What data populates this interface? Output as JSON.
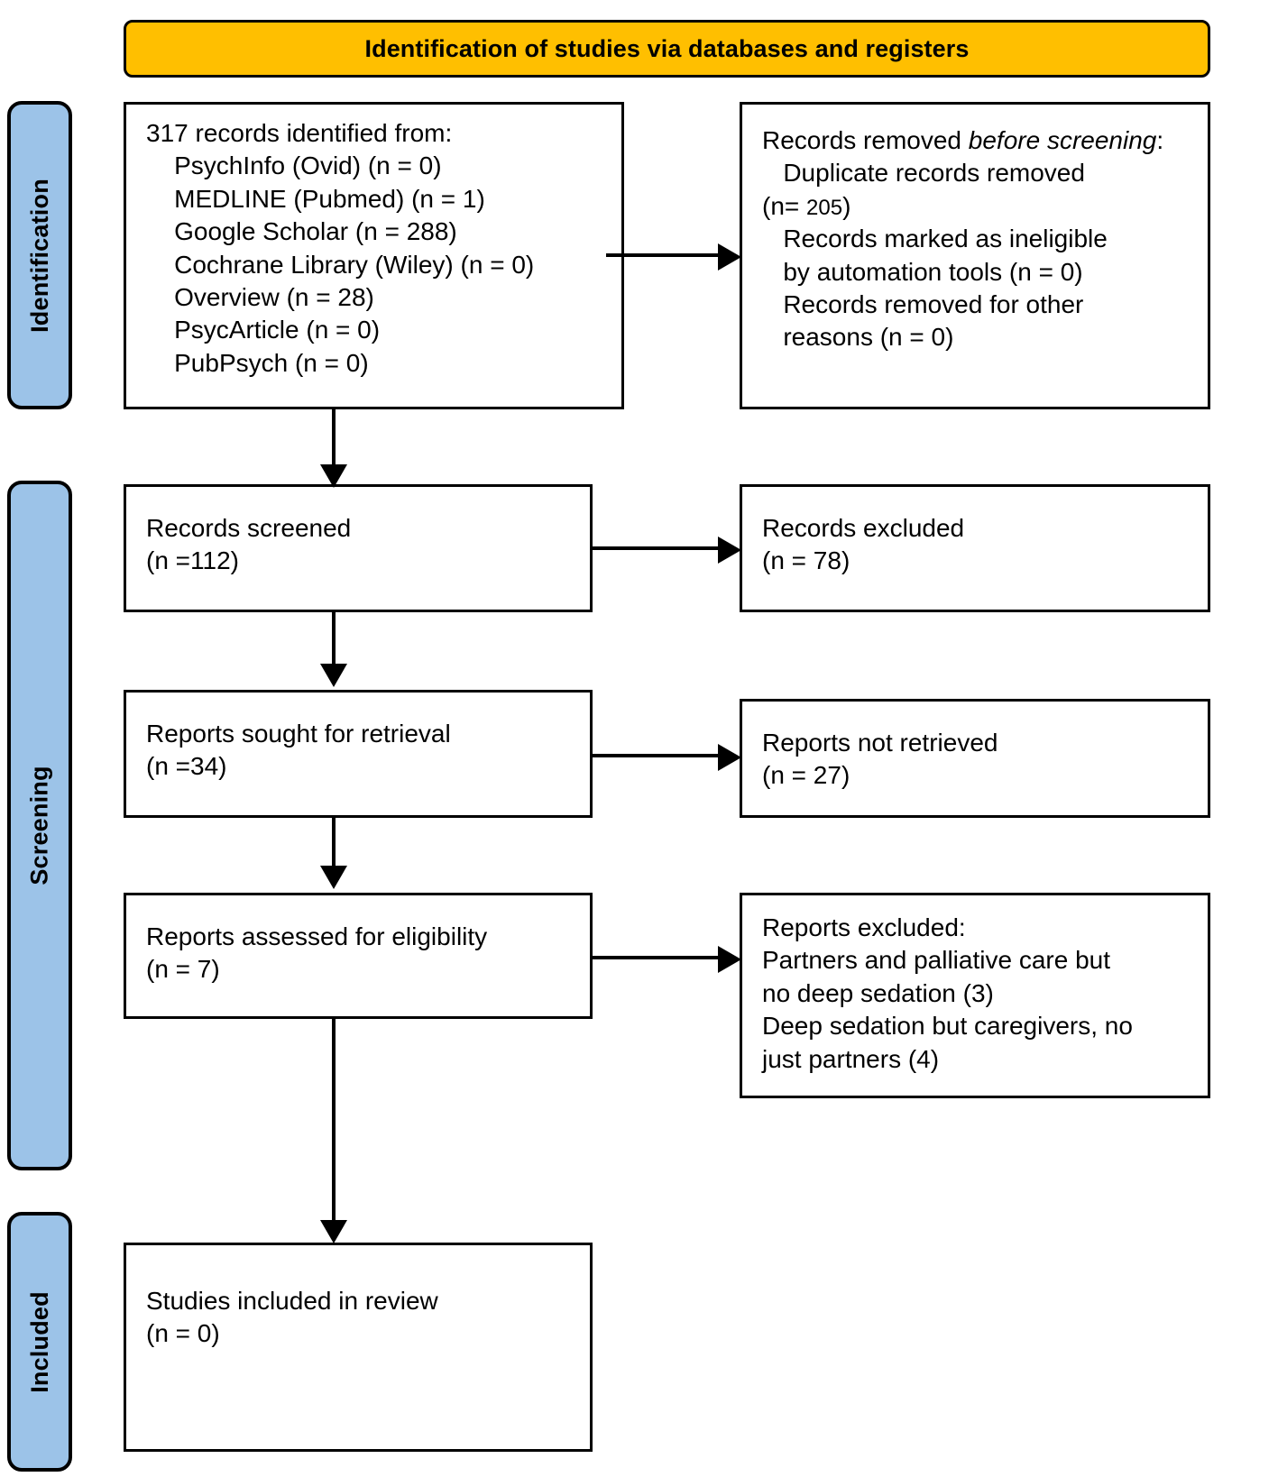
{
  "diagram": {
    "type": "PRISMA flow diagram",
    "banner_title": "Identification of studies via databases and registers",
    "colors": {
      "banner_background": "#FFBF00",
      "stage_label_background": "#9CC3E8",
      "border": "#000000",
      "box_background": "#FFFFFF",
      "text": "#000000"
    }
  },
  "stages": [
    {
      "id": "identification",
      "label": "Identification"
    },
    {
      "id": "screening",
      "label": "Screening"
    },
    {
      "id": "included",
      "label": "Included"
    }
  ],
  "boxes": {
    "records_identified": {
      "heading": "317 records identified from:",
      "sources": [
        "PsychInfo (Ovid) (n = 0)",
        "MEDLINE (Pubmed) (n = 1)",
        "Google Scholar (n = 288)",
        "Cochrane Library (Wiley) (n = 0)",
        "Overview (n = 28)",
        "PsycArticle (n = 0)",
        "PubPsych (n = 0)"
      ]
    },
    "records_removed": {
      "heading_plain": "Records removed ",
      "heading_italic": "before screening",
      "heading_suffix": ":",
      "items_line1": "Duplicate records removed",
      "items_line2_prefix": "(n= ",
      "items_line2_value": "205",
      "items_line2_suffix": ")",
      "items_rest": "Records marked as ineligible\nby automation tools (n = 0)\nRecords removed for other\nreasons (n = 0)"
    },
    "records_screened": {
      "label": "Records screened",
      "count": "(n =112)"
    },
    "records_excluded": {
      "label": "Records excluded",
      "count": "(n = 78)"
    },
    "reports_sought": {
      "label": "Reports sought for retrieval",
      "count": "(n =34)"
    },
    "reports_not_retrieved": {
      "label": "Reports not retrieved",
      "count": "(n = 27)"
    },
    "reports_assessed": {
      "label": "Reports assessed for eligibility",
      "count": "(n = 7)"
    },
    "reports_excluded": {
      "heading": "Reports excluded:",
      "reasons": "Partners and palliative care but\nno deep sedation (3)\nDeep sedation but caregivers, no\njust partners (4)"
    },
    "studies_included": {
      "label": "Studies included in review",
      "count": "(n = 0)"
    }
  }
}
